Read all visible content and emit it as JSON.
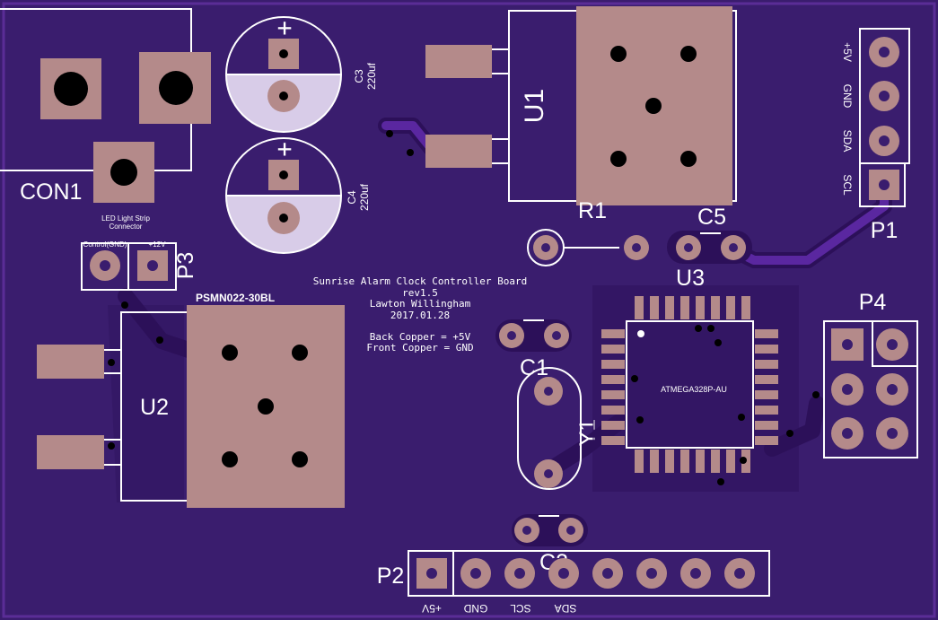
{
  "board": {
    "title_lines": [
      "Sunrise Alarm Clock Controller Board",
      "rev1.5",
      "Lawton Willingham",
      "2017.01.28"
    ],
    "copper_notes": [
      "Back Copper = +5V",
      "Front Copper = GND"
    ]
  },
  "components": {
    "con1": {
      "ref": "CON1",
      "desc_line1": "LED Light Strip",
      "desc_line2": "Connector"
    },
    "c3": {
      "ref": "C3",
      "value": "220uf",
      "plus": "+"
    },
    "c4": {
      "ref": "C4",
      "value": "220uf",
      "plus": "+"
    },
    "u1": {
      "ref": "U1"
    },
    "r1": {
      "ref": "R1"
    },
    "c5": {
      "ref": "C5"
    },
    "u3": {
      "ref": "U3",
      "value": "ATMEGA328P-AU"
    },
    "p1": {
      "ref": "P1",
      "pins": [
        "+5V",
        "GND",
        "SDA",
        "SCL"
      ]
    },
    "p3": {
      "ref": "P3",
      "pin1": "Control(GND)",
      "pin2": "+12V"
    },
    "u2": {
      "ref": "U2",
      "value": "PSMN022-30BL"
    },
    "c1": {
      "ref": "C1"
    },
    "y1": {
      "ref": "Y1"
    },
    "p4": {
      "ref": "P4"
    },
    "c2": {
      "ref": "C2"
    },
    "p2": {
      "ref": "P2",
      "pins": [
        "+5V",
        "GND",
        "SCL",
        "SDA"
      ]
    }
  },
  "colors": {
    "board": "#3a1d6e",
    "pad": "#b48a8a",
    "silkscreen": "#ffffff"
  }
}
